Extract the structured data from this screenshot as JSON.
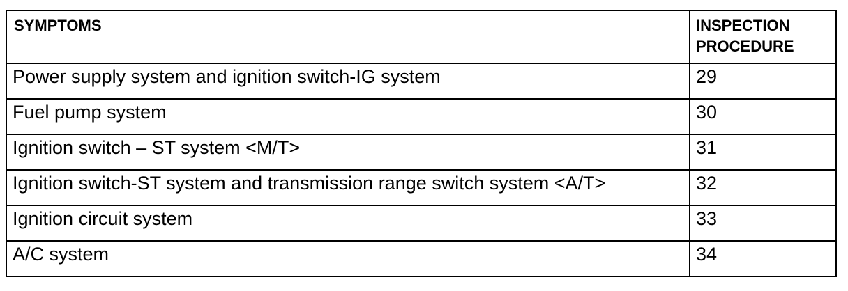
{
  "table": {
    "headers": {
      "symptoms": "SYMPTOMS",
      "inspection_procedure": "INSPECTION PROCEDURE"
    },
    "rows": [
      {
        "symptom": "Power supply system and ignition switch-IG system",
        "procedure": "29"
      },
      {
        "symptom": "Fuel pump system",
        "procedure": "30"
      },
      {
        "symptom": "Ignition switch – ST system <M/T>",
        "procedure": "31"
      },
      {
        "symptom": "Ignition switch-ST system and transmission range switch system <A/T>",
        "procedure": "32"
      },
      {
        "symptom": "Ignition circuit system",
        "procedure": "33"
      },
      {
        "symptom": "A/C system",
        "procedure": "34"
      }
    ]
  }
}
